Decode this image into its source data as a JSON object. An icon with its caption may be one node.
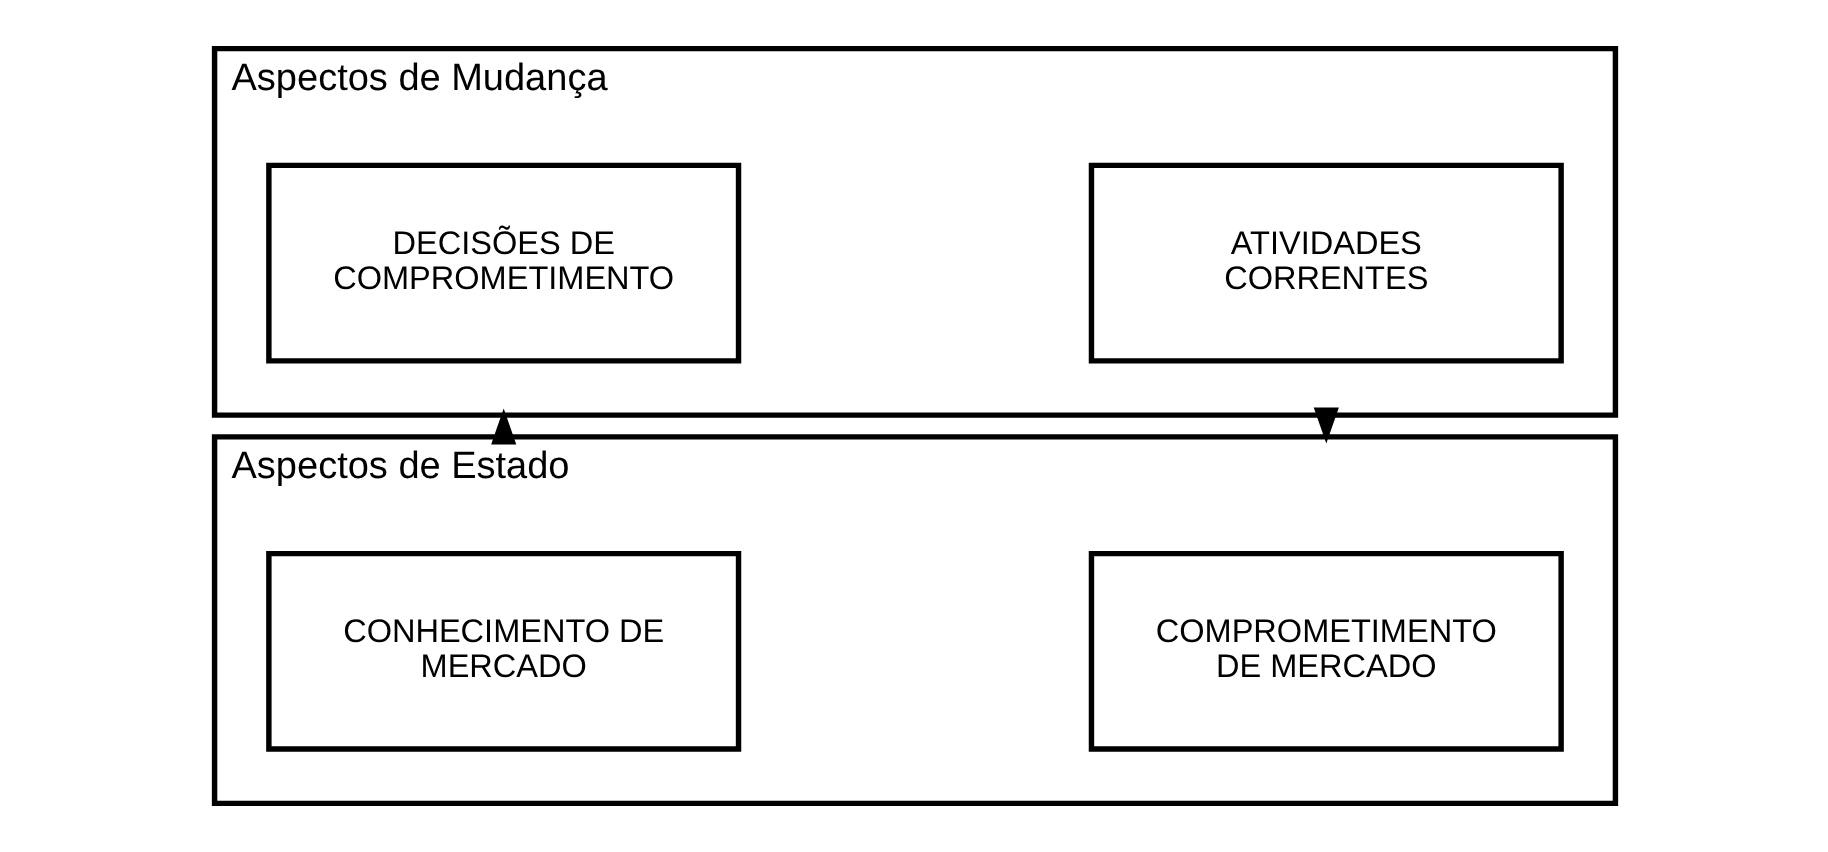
{
  "diagram": {
    "nodes": [
      {
        "text": [
          "Aspectos de Estado"
        ]
      },
      {
        "text": [
          "CONHECIMENTO DE MERCADO"
        ],
        "in": 0
      },
      {
        "text": [
          "COMPROMETIMENTO DE MERCADO"
        ],
        "in": 0
      },
      {
        "text": [
          "Aspectos de Mudança"
        ]
      },
      {
        "text": [
          "DECISÕES DE COMPROMETIMENTO"
        ],
        "in": 3
      },
      {
        "text": [
          "ATIVIDADES CORRENTES"
        ],
        "in": 3
      }
    ],
    "edges": [
      {
        "from": 0,
        "to": 3,
        "arrow": "to"
      },
      {
        "from": 3,
        "to": 0,
        "arrow": "to"
      }
    ]
  }
}
